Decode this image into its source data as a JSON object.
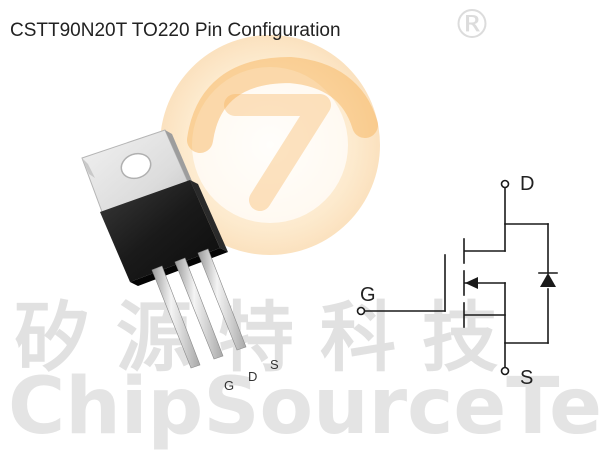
{
  "title": "CSTT90N20T TO220 Pin Configuration",
  "watermark": {
    "registered_mark": "®",
    "chinese_text": "矽源特科技",
    "english_text": "ChipSourceTek",
    "logo": "chipsourcetek-logo"
  },
  "package": {
    "name": "TO220",
    "pin_labels": [
      "G",
      "D",
      "S"
    ]
  },
  "schematic": {
    "symbol": "n-channel-mosfet-with-body-diode",
    "labels": {
      "drain": "D",
      "gate": "G",
      "source": "S"
    }
  },
  "colors": {
    "background": "#ffffff",
    "text": "#222222",
    "watermark_gray": "#d0d0d0",
    "logo_orange": "#f6b052",
    "tab_metal": "#e4e4e4",
    "body_black": "#1e1e1e"
  }
}
